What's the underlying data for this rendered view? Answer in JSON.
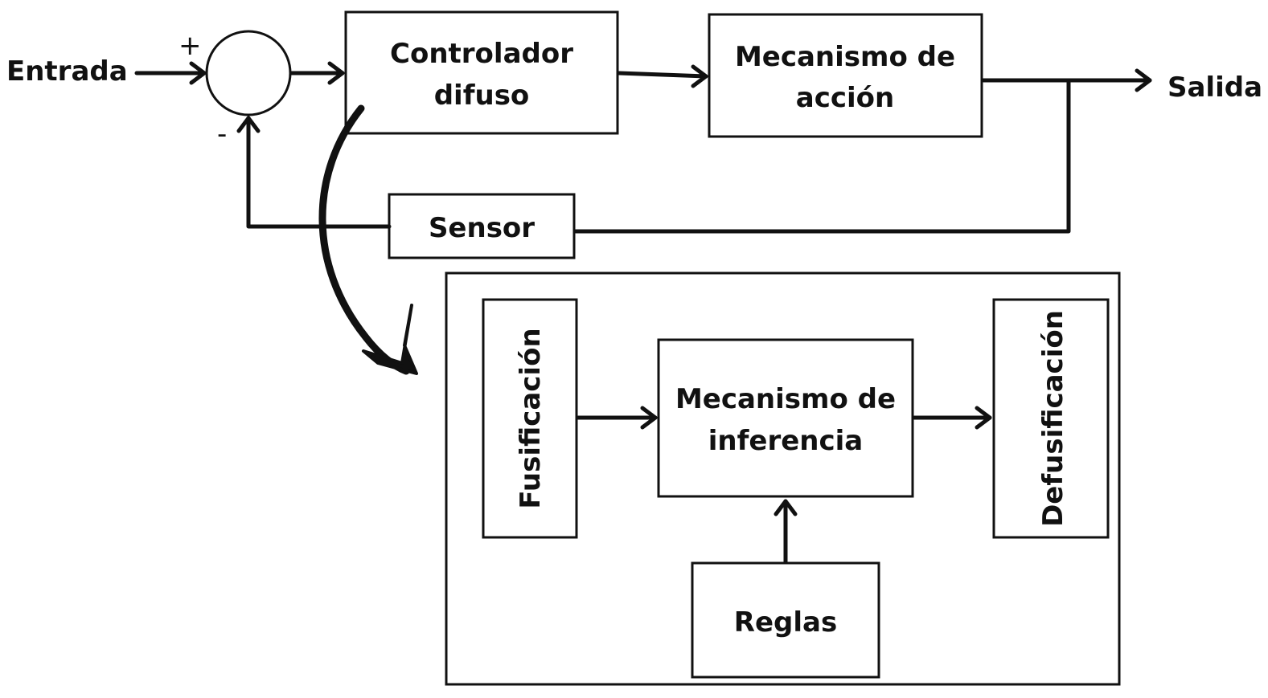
{
  "diagram": {
    "input_label": "Entrada",
    "output_label": "Salida",
    "summing_junction": {
      "plus_sign": "+",
      "minus_sign": "-"
    },
    "blocks": {
      "controller": {
        "line1": "Controlador",
        "line2": "difuso"
      },
      "actuator": {
        "line1": "Mecanismo de",
        "line2": "acción"
      },
      "sensor": {
        "label": "Sensor"
      }
    },
    "fuzzy_detail": {
      "fuzzification": "Fusificación",
      "inference": {
        "line1": "Mecanismo de",
        "line2": "inferencia"
      },
      "defuzzification": "Defusificación",
      "rules": "Reglas"
    }
  },
  "colors": {
    "line": "#111111",
    "background": "#ffffff"
  }
}
